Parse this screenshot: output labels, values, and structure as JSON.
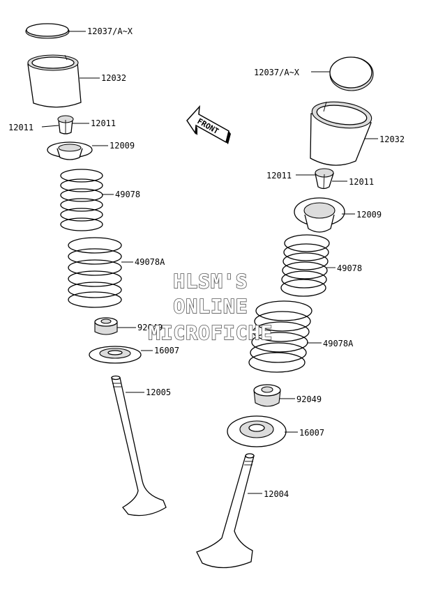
{
  "front_label": "FRONT",
  "watermark": [
    "HLSM'S",
    "ONLINE",
    "MICROFICHE"
  ],
  "left_parts": {
    "shim": "12037/A~X",
    "tappet": "12032",
    "keeper_left": "12011",
    "keeper_right": "12011",
    "retainer": "12009",
    "inner_spring": "49078",
    "outer_spring": "49078A",
    "stem_seal": "92049",
    "spring_seat": "16007",
    "valve": "12005"
  },
  "right_parts": {
    "shim": "12037/A~X",
    "tappet": "12032",
    "keeper_left": "12011",
    "keeper_right": "12011",
    "retainer": "12009",
    "inner_spring": "49078",
    "outer_spring": "49078A",
    "stem_seal": "92049",
    "spring_seat": "16007",
    "valve": "12004"
  }
}
